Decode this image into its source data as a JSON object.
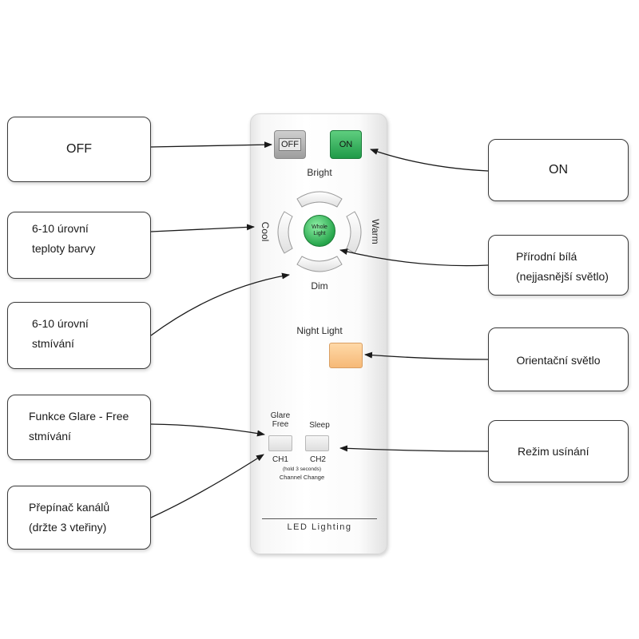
{
  "callouts": {
    "off": "OFF",
    "on": "ON",
    "color_temp_line1": "6-10  úrovní",
    "color_temp_line2": "teploty barvy",
    "natural_line1": "Přírodní bílá",
    "natural_line2": "(nejjasnější světlo)",
    "dim_line1": "6-10  úrovní",
    "dim_line2": "stmívání",
    "night": "Orientační světlo",
    "glare_line1": "Funkce Glare - Free",
    "glare_line2": "stmívání",
    "sleep": "Režim usínání",
    "channel_line1": "Přepínač kanálů",
    "channel_line2": "(držte 3 vteřiny)"
  },
  "remote": {
    "off_label": "OFF",
    "on_label": "ON",
    "bright": "Bright",
    "dim": "Dim",
    "cool": "Cool",
    "warm": "Warm",
    "whole_light_line1": "Whole",
    "whole_light_line2": "Light",
    "night_light": "Night Light",
    "glare_line1": "Glare",
    "glare_line2": "Free",
    "sleep": "Sleep",
    "ch1": "CH1",
    "ch2": "CH2",
    "hold_note": "(hold 3 seconds)",
    "channel_change": "Channel Change",
    "brand": "LED Lighting"
  },
  "colors": {
    "on_button": "#2fb357",
    "off_button": "#b0b0b0",
    "whole_light": "#2fb357",
    "night_light": "#f8c48a",
    "callout_border": "#3a3a3a"
  }
}
